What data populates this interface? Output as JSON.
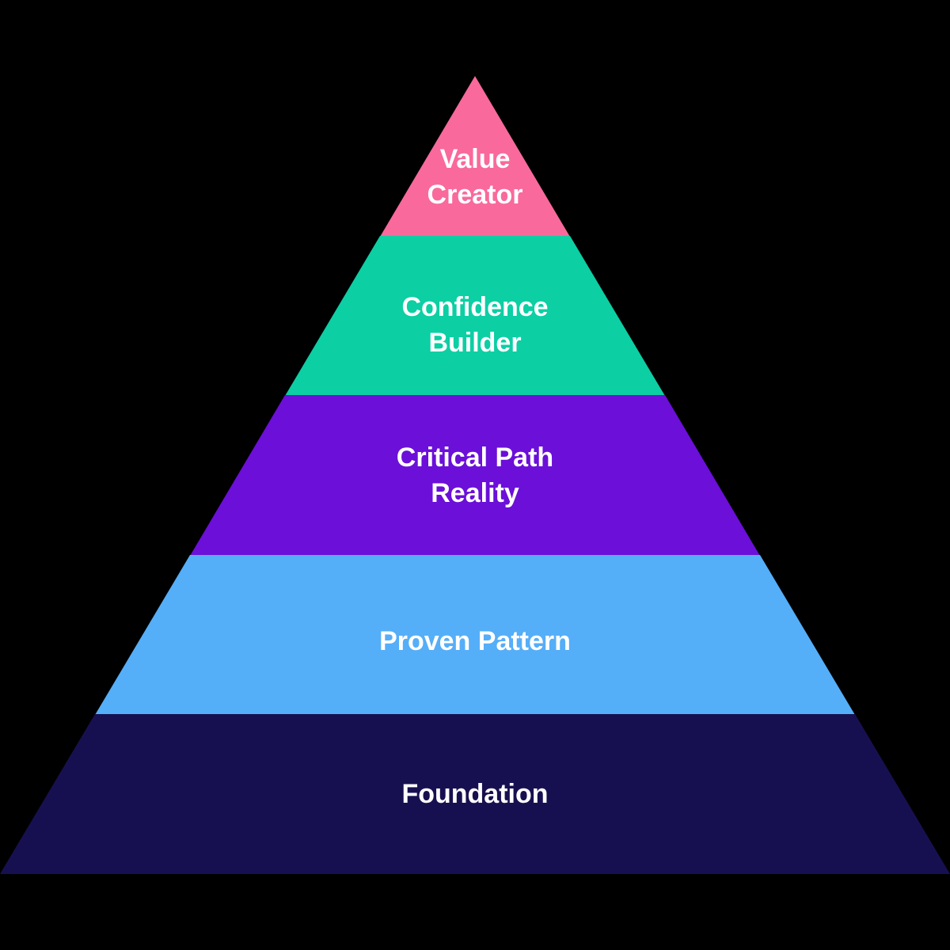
{
  "background": "#000000",
  "text_color": "#FFFFFF",
  "pyramid": {
    "type": "pyramid-diagram",
    "levels": [
      {
        "label": "Value Creator",
        "lines": [
          "Value",
          "Creator"
        ],
        "color": "#F9699C"
      },
      {
        "label": "Confidence Builder",
        "lines": [
          "Confidence",
          "Builder"
        ],
        "color": "#0CCFA4"
      },
      {
        "label": "Critical Path Reality",
        "lines": [
          "Critical Path",
          "Reality"
        ],
        "color": "#6B0FD9"
      },
      {
        "label": "Proven Pattern",
        "lines": [
          "Proven Pattern"
        ],
        "color": "#55AEF8"
      },
      {
        "label": "Foundation",
        "lines": [
          "Foundation"
        ],
        "color": "#171050"
      }
    ]
  }
}
